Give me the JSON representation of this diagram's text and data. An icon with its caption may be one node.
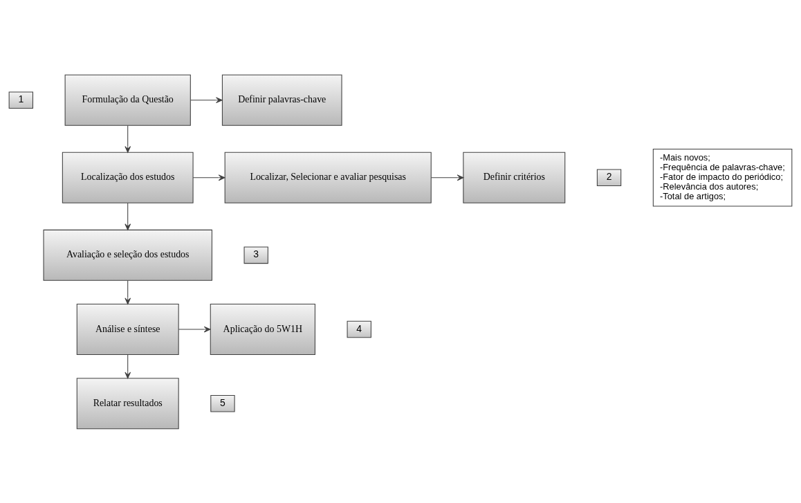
{
  "diagram": {
    "nodes": [
      {
        "text": [
          "1"
        ]
      },
      {
        "text": [
          "Formulação da Questão"
        ]
      },
      {
        "text": [
          "Definir palavras-chave"
        ]
      },
      {
        "text": [
          "2"
        ]
      },
      {
        "text": [
          "Localização dos estudos"
        ]
      },
      {
        "text": [
          "Localizar, Selecionar e avaliar pesquisas"
        ]
      },
      {
        "text": [
          "Definir critérios"
        ]
      },
      {
        "text": [
          "-Mais novos;",
          "-Frequência de palavras-chave;",
          "-Fator de impacto do periódico;",
          "-Relevância dos autores;",
          "-Total de artigos;"
        ]
      },
      {
        "text": [
          "3"
        ]
      },
      {
        "text": [
          "Avaliação e seleção dos estudos"
        ]
      },
      {
        "text": [
          "4"
        ]
      },
      {
        "text": [
          "Análise e síntese"
        ]
      },
      {
        "text": [
          "Aplicação do 5W1H"
        ]
      },
      {
        "text": [
          "5"
        ]
      },
      {
        "text": [
          "Relatar resultados"
        ]
      }
    ],
    "edges": [
      {
        "from": 1,
        "to": 2,
        "arrow": "to"
      },
      {
        "from": 1,
        "to": 4,
        "arrow": "to"
      },
      {
        "from": 4,
        "to": 5,
        "arrow": "to"
      },
      {
        "from": 5,
        "to": 6,
        "arrow": "to"
      },
      {
        "from": 4,
        "to": 9,
        "arrow": "to"
      },
      {
        "from": 9,
        "to": 11,
        "arrow": "to"
      },
      {
        "from": 11,
        "to": 12,
        "arrow": "to"
      },
      {
        "from": 11,
        "to": 14,
        "arrow": "to"
      }
    ]
  }
}
